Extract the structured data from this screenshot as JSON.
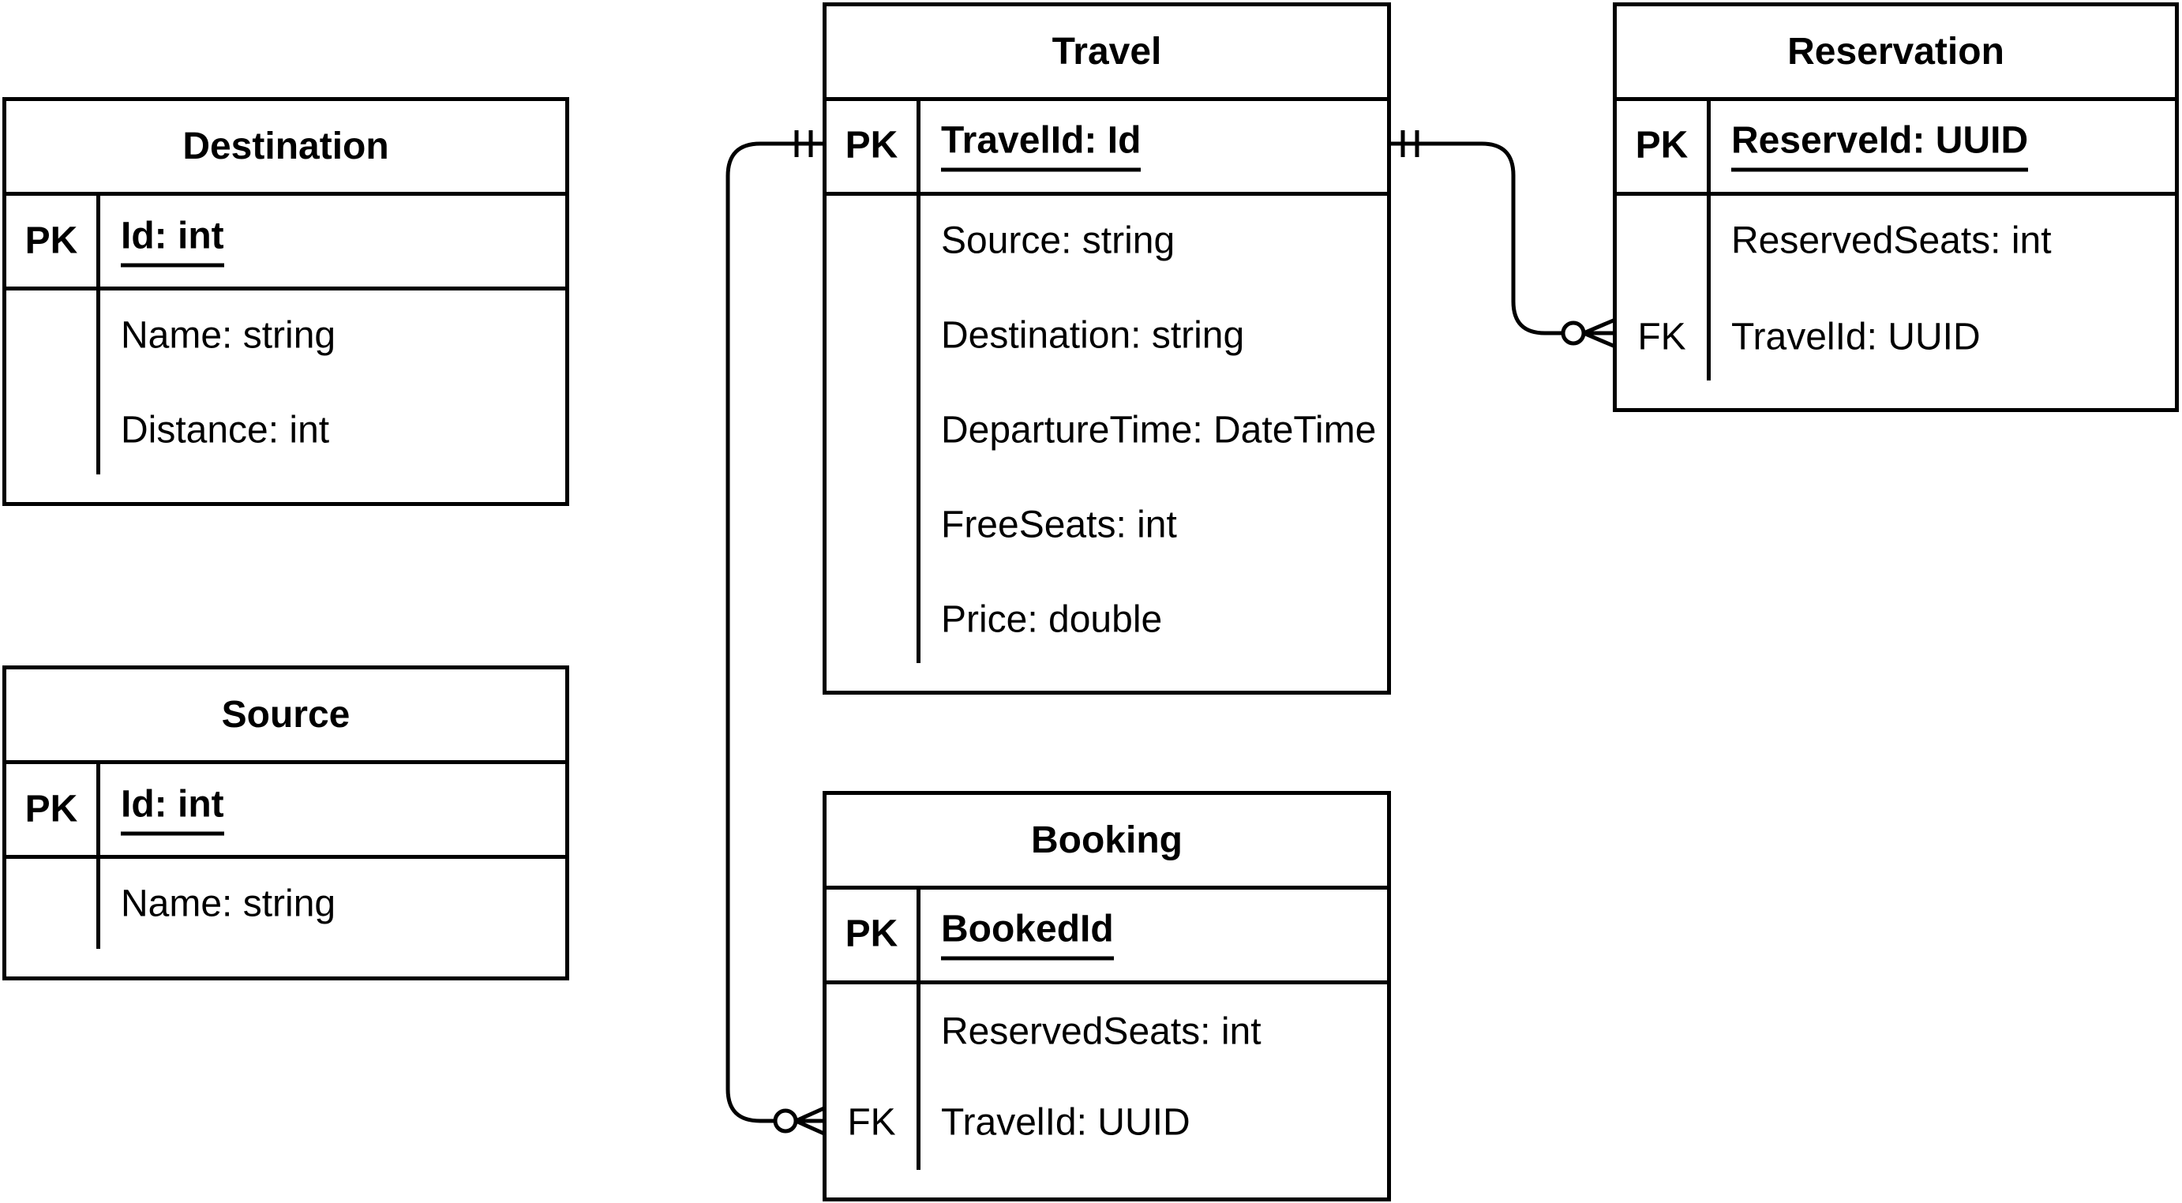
{
  "diagram": {
    "type": "entity-relationship-diagram",
    "notation": "crows-foot",
    "colors": {
      "line": "#000000",
      "background": "#ffffff",
      "text": "#000000"
    },
    "entities": [
      {
        "title": "Destination",
        "pk_label": "PK",
        "pk_attr": "Id: int",
        "rows": [
          {
            "key": "",
            "text": "Name: string"
          },
          {
            "key": "",
            "text": "Distance: int"
          }
        ]
      },
      {
        "title": "Source",
        "pk_label": "PK",
        "pk_attr": "Id: int",
        "rows": [
          {
            "key": "",
            "text": "Name: string"
          }
        ]
      },
      {
        "title": "Travel",
        "pk_label": "PK",
        "pk_attr": "TravelId: Id",
        "rows": [
          {
            "key": "",
            "text": "Source: string"
          },
          {
            "key": "",
            "text": "Destination: string"
          },
          {
            "key": "",
            "text": "DepartureTime: DateTime"
          },
          {
            "key": "",
            "text": "FreeSeats: int"
          },
          {
            "key": "",
            "text": "Price: double"
          }
        ]
      },
      {
        "title": "Booking",
        "pk_label": "PK",
        "pk_attr": "BookedId",
        "rows": [
          {
            "key": "",
            "text": "ReservedSeats: int"
          },
          {
            "key": "FK",
            "text": "TravelId: UUID"
          }
        ]
      },
      {
        "title": "Reservation",
        "pk_label": "PK",
        "pk_attr": "ReserveId: UUID",
        "rows": [
          {
            "key": "",
            "text": "ReservedSeats: int"
          },
          {
            "key": "FK",
            "text": "TravelId: UUID"
          }
        ]
      }
    ],
    "relationships": [
      {
        "from": "Travel",
        "from_attr": "TravelId: Id",
        "from_cardinality": "one-and-only-one",
        "to": "Booking",
        "to_attr": "TravelId: UUID",
        "to_cardinality": "zero-or-many"
      },
      {
        "from": "Travel",
        "from_attr": "TravelId: Id",
        "from_cardinality": "one-and-only-one",
        "to": "Reservation",
        "to_attr": "TravelId: UUID",
        "to_cardinality": "zero-or-many"
      }
    ]
  }
}
